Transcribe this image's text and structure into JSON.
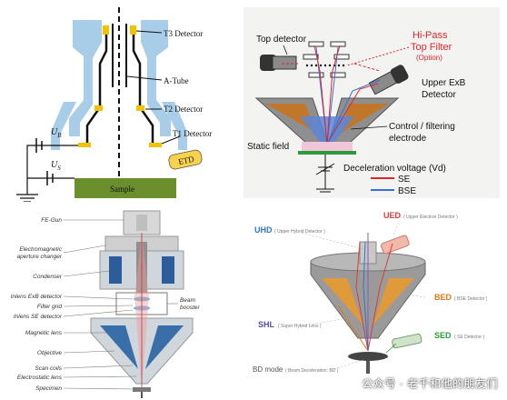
{
  "panel1": {
    "labels": {
      "t3": "T3 Detector",
      "atube": "A-Tube",
      "t2": "T2 Detector",
      "t1": "T1 Detector",
      "etd": "ETD",
      "ub": "U",
      "ub_sub": "B",
      "us": "U",
      "us_sub": "S",
      "sample": "Sample"
    }
  },
  "panel2": {
    "labels": {
      "top_detector": "Top detector",
      "hipass": "Hi-Pass",
      "topfilter": "Top Filter",
      "option": "(Option)",
      "upper_exb_1": "Upper ExB",
      "upper_exb_2": "Detector",
      "control_1": "Control / filtering",
      "control_2": "electrode",
      "static": "Static field",
      "decel": "Deceleration voltage (Vd)",
      "se": "SE",
      "bse": "BSE"
    },
    "colors": {
      "se": "#e0262b",
      "bse": "#3a6fd8",
      "accent_red": "#e0262b"
    }
  },
  "panel3": {
    "labels": {
      "fegun": "FE-Gun",
      "aperture1": "Electromagnetic",
      "aperture2": "aperture changer",
      "condenser": "Condenser",
      "inlens_exb": "Inlens ExB detector",
      "filter": "Filter grid",
      "inlens_se": "Inlens SE detector",
      "magnetic": "Magnetic lens",
      "objective": "Objective",
      "scan": "Scan coils",
      "electrostatic": "Electrostatic lens",
      "specimen": "Specimen",
      "beam1": "Beam",
      "beam2": "booster"
    }
  },
  "panel4": {
    "labels": {
      "ued": "UED",
      "ued_sub": "( Upper Electron Detector )",
      "uhd": "UHD",
      "uhd_sub": "( Upper Hybrid Detector )",
      "bed": "BED",
      "bed_sub": "( BSE Detector )",
      "shl": "SHL",
      "shl_sub": "( Super Hybrid Lens )",
      "sed": "SED",
      "sed_sub": "( SE Detector )",
      "bd": "BD mode",
      "bd_sub": "( Beam Deceleration: BD )"
    },
    "colors": {
      "ued": "#e03a3a",
      "uhd": "#2a78c8",
      "bed": "#e07a1a",
      "shl": "#5a4bb0",
      "sed": "#2a9a3a"
    }
  },
  "watermark": "公众号 · 老千和他的朋友们"
}
